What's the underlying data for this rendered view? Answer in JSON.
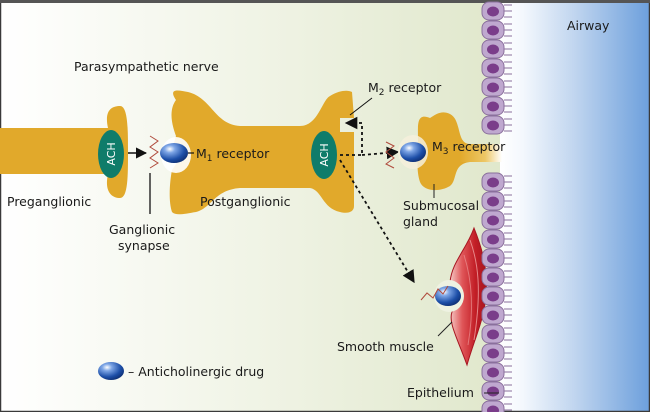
{
  "title": "Parasympathetic nerve",
  "colors": {
    "nerve": "#e1a92b",
    "ach_vesicle": "#0f7c6a",
    "drug": "#1d4fa8",
    "muscle": "#c9262b",
    "epithelium_cell": "#bfa8cf",
    "nucleus": "#7a3d8a",
    "airway": "#7aa8de",
    "background": "#dfe6c8"
  },
  "labels": {
    "parasympathetic_nerve": "Parasympathetic nerve",
    "preganglionic": "Preganglionic",
    "postganglionic": "Postganglionic",
    "ganglionic_synapse_line1": "Ganglionic",
    "ganglionic_synapse_line2": "synapse",
    "m1_prefix": "M",
    "m1_sub": "1",
    "m1_suffix": " receptor",
    "m2_prefix": "M",
    "m2_sub": "2",
    "m2_suffix": " receptor",
    "m3_prefix": "M",
    "m3_sub": "3",
    "m3_suffix": " receptor",
    "submucosal_line1": "Submucosal",
    "submucosal_line2": "gland",
    "smooth_muscle": "Smooth muscle",
    "epithelium": "Epithelium",
    "airway": "Airway",
    "ach_pre": "ACH",
    "ach_post": "ACH",
    "legend_drug": "– Anticholinergic drug"
  }
}
